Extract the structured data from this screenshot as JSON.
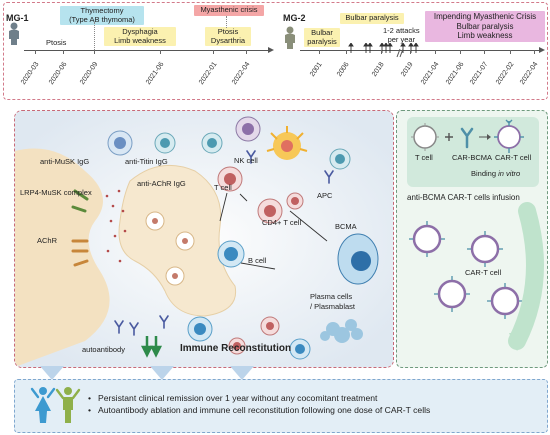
{
  "timeline": {
    "mg1": {
      "label": "MG-1",
      "events": {
        "ptosis": "Ptosis",
        "thymectomy": "Thymectomy\n(Type AB thymoma)",
        "dysphagia": "Dysphagia\nLimb weakness",
        "crisis": "Myasthenic crisis",
        "ptosis_dys": "Ptosis\nDysarthria"
      },
      "dates": [
        "2020-03",
        "2020-06",
        "2020-09",
        "2021-06",
        "2022-01",
        "2022-04"
      ]
    },
    "mg2": {
      "label": "MG-2",
      "events": {
        "bulbar1": "Bulbar\nparalysis",
        "bulbar2": "Bulbar paralysis",
        "attacks": "1-2 attacks\nper year",
        "impending": "Impending Myasthenic Crisis\nBulbar paralysis\nLimb weakness"
      },
      "dates": [
        "2001",
        "2006",
        "2018",
        "2019",
        "2021-04",
        "2021-06",
        "2021-07",
        "2022-02",
        "2022-04"
      ]
    }
  },
  "immune": {
    "antimusk": "anti-MuSK IgG",
    "antititin": "anti-Titin IgG",
    "antiachr": "anti-AChR IgG",
    "lrp4": "LRP4-MuSK complex",
    "achr": "AChR",
    "autoantibody": "autoantibody",
    "nk": "NK cell",
    "tcell": "T cell",
    "apc": "APC",
    "cd4": "CD4+ T cell",
    "bcell": "B cell",
    "bcma": "BCMA",
    "plasma": "Plasma cells\n/ Plasmablast",
    "title": "Immune Reconstitution"
  },
  "cart": {
    "tcell": "T cell",
    "carbcma": "CAR-BCMA",
    "cartcell": "CAR-T cell",
    "binding_prefix": "Binding ",
    "binding_em": "in vitro",
    "infusion": "anti-BCMA CAR-T cells infusion",
    "cart_label": "CAR-T cell"
  },
  "outcomes": [
    "Persistant clinical remission over 1 year without any cocomitant treatment",
    "Autoantibody ablation and immune cell reconstitution following one dose of CAR-T cells"
  ],
  "colors": {
    "thymectomy_bg": "#b6e3ee",
    "yellow_bg": "#fbf1b0",
    "crisis_bg": "#f4a6a6",
    "impending_bg": "#e9b7e0",
    "panel_border": "#c86a78",
    "cart_bg": "#dceee4",
    "bottom_bg": "#e3eef6"
  }
}
